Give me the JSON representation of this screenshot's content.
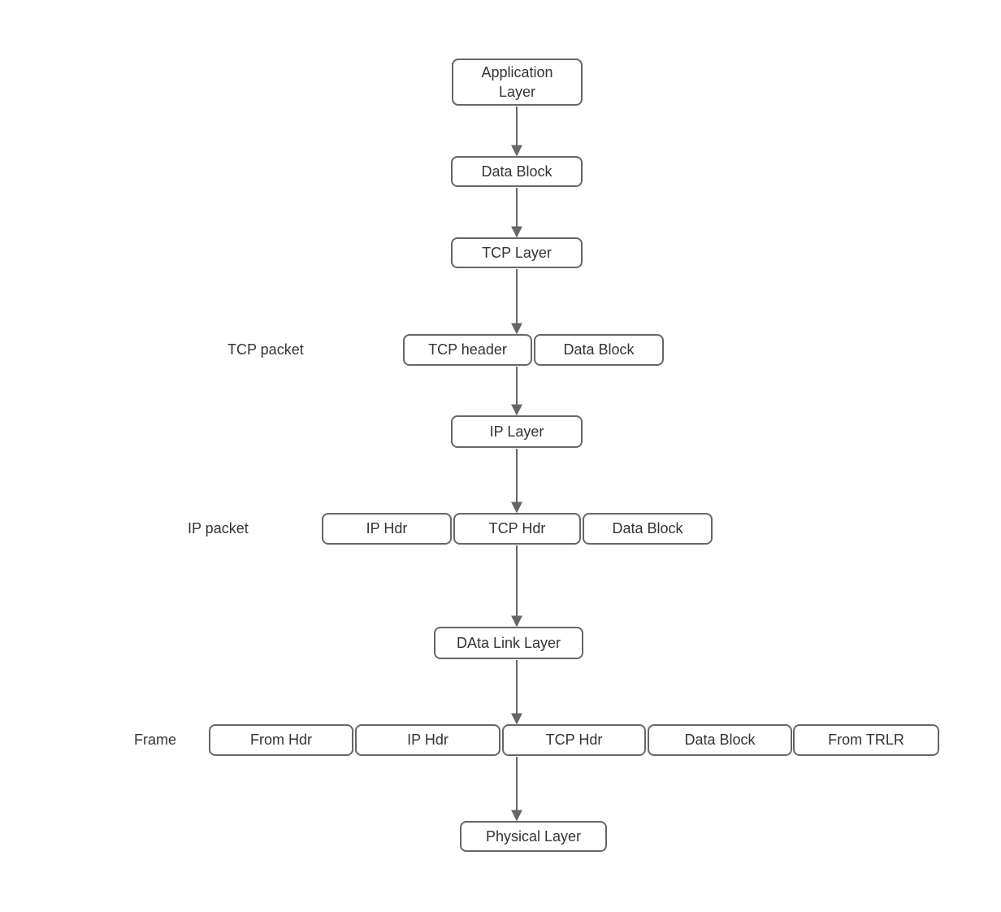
{
  "diagram": {
    "description": "TCP/IP encapsulation flow diagram",
    "colors": {
      "box_border": "#666666",
      "box_fill": "#ffffff",
      "text": "#333333",
      "arrow": "#666666",
      "background": "#ffffff"
    },
    "nodes": {
      "application_layer": "Application Layer",
      "data_block": "Data Block",
      "tcp_layer": "TCP Layer",
      "ip_layer": "IP Layer",
      "data_link_layer": "DAta Link Layer",
      "physical_layer": "Physical Layer"
    },
    "rows": [
      {
        "label": "TCP packet",
        "cells": [
          "TCP header",
          "Data Block"
        ]
      },
      {
        "label": "IP packet",
        "cells": [
          "IP Hdr",
          "TCP Hdr",
          "Data Block"
        ]
      },
      {
        "label": "Frame",
        "cells": [
          "From Hdr",
          "IP Hdr",
          "TCP Hdr",
          "Data Block",
          "From TRLR"
        ]
      }
    ]
  }
}
